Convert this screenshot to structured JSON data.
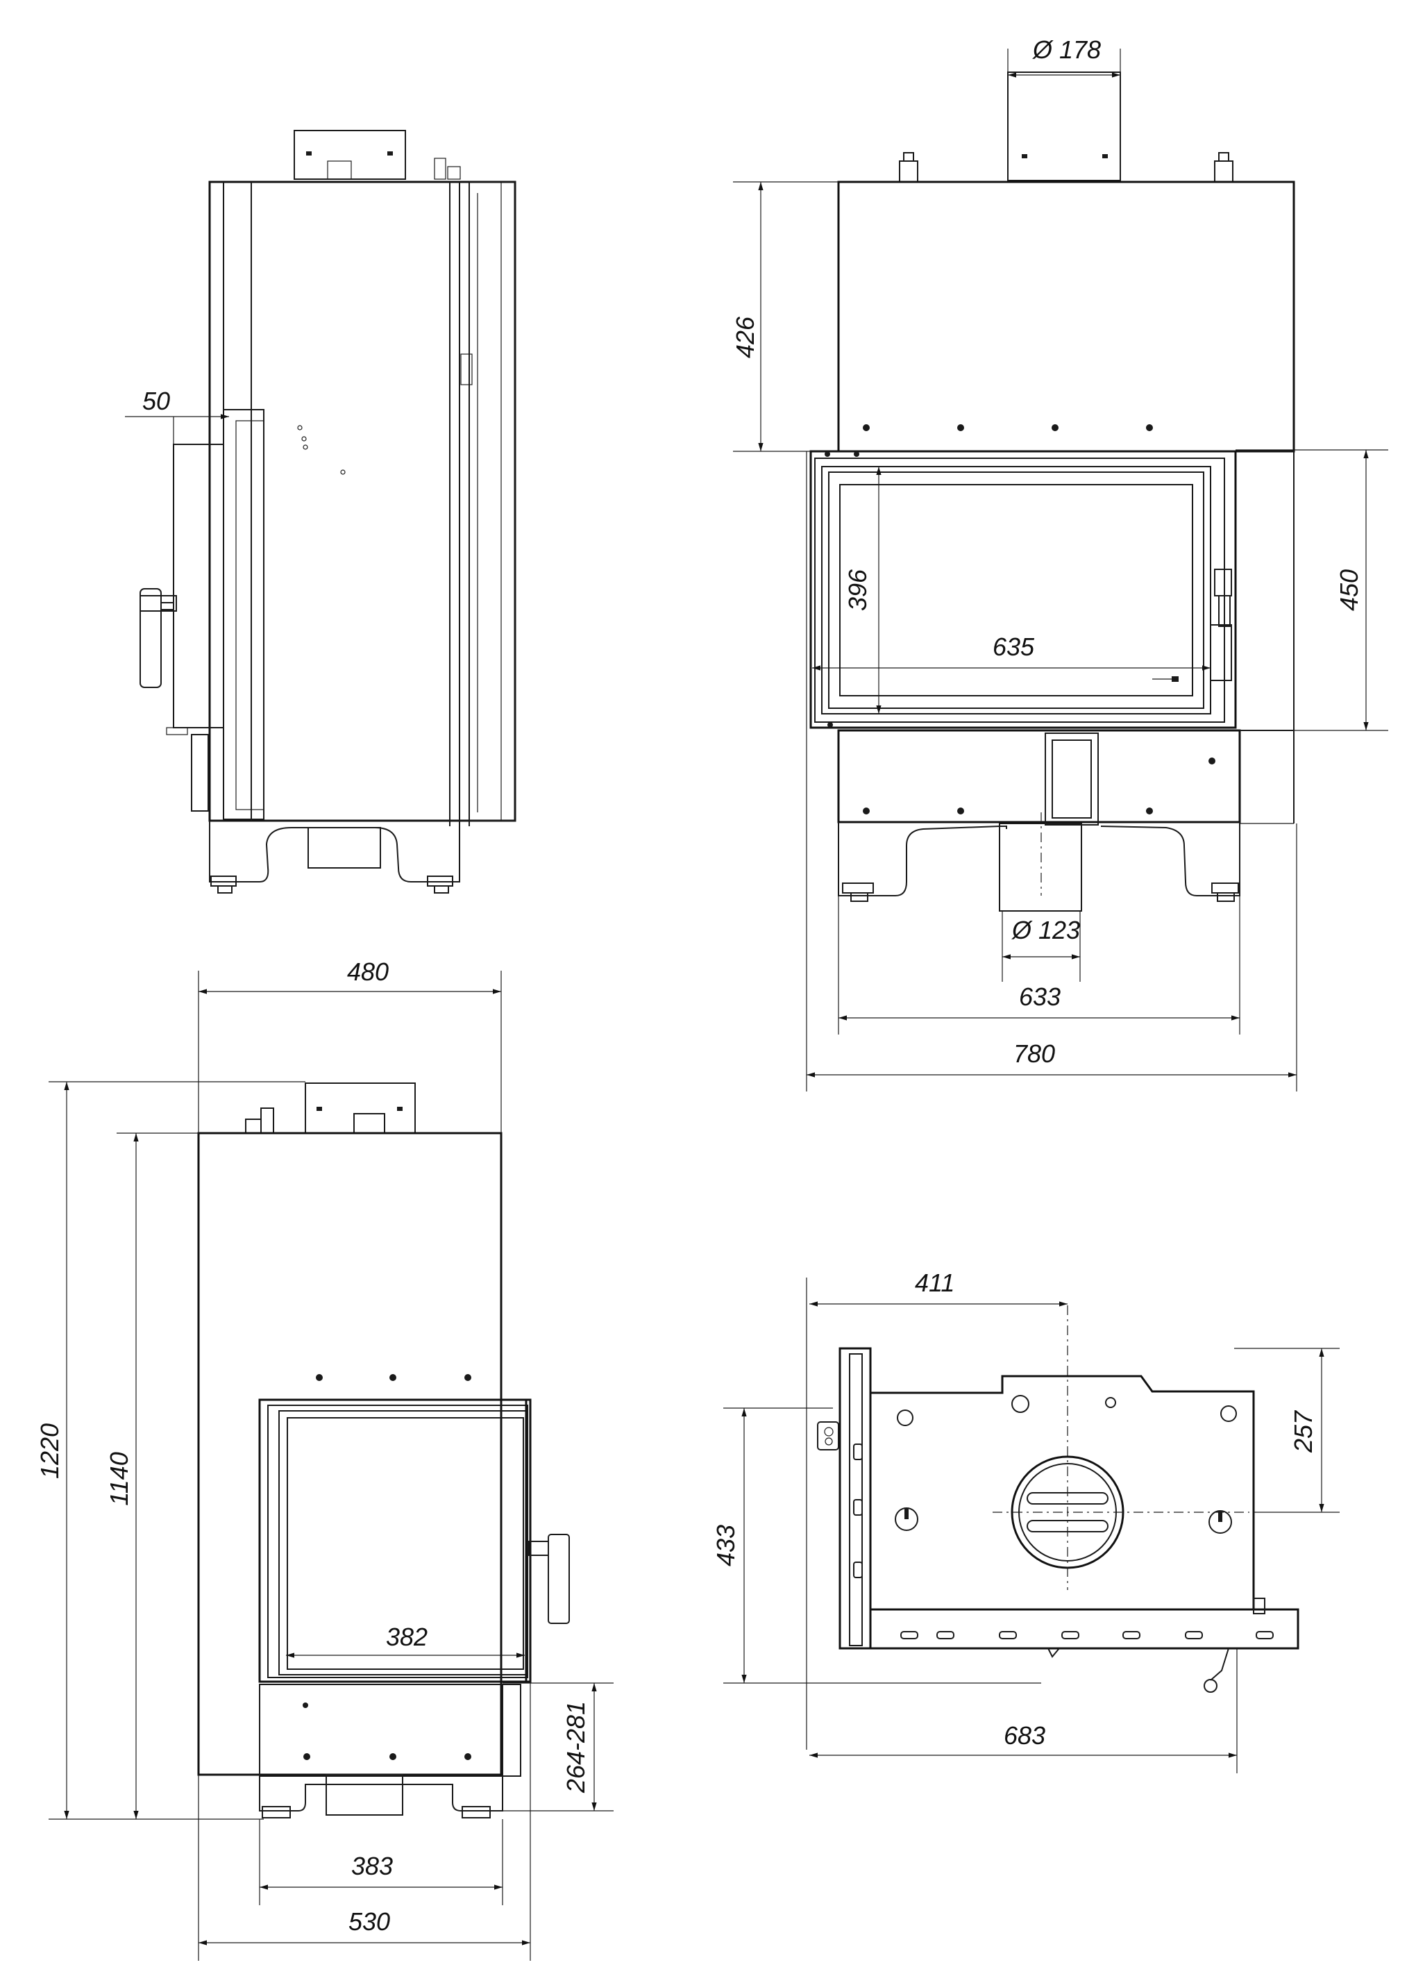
{
  "dimensions": {
    "flue_diameter_top": "Ø 178",
    "front_upper_height": "426",
    "door_glass_height": "396",
    "door_glass_width": "635",
    "door_opening_height": "450",
    "air_inlet_diameter": "Ø 123",
    "front_base_width": "633",
    "front_overall_width": "780",
    "side_offset": "50",
    "left_top_width": "480",
    "left_total_height": "1220",
    "left_body_height": "1140",
    "left_glass_width": "382",
    "left_door_bottom_range": "264-281",
    "left_base_width": "383",
    "left_overall_depth": "530",
    "plan_flue_offset_x": "411",
    "plan_flue_offset_y": "257",
    "plan_depth": "433",
    "plan_width": "683"
  }
}
